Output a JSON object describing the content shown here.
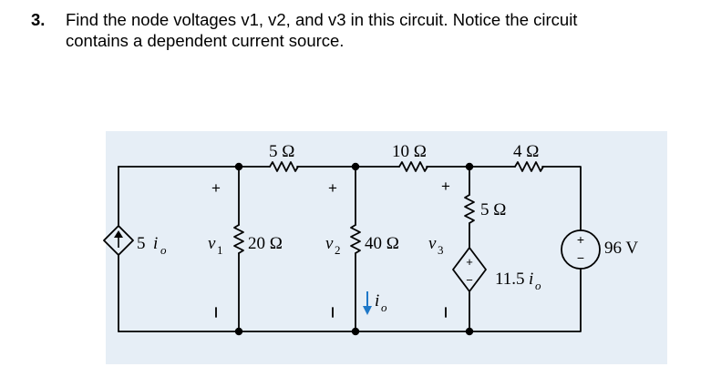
{
  "problem": {
    "number": "3.",
    "line1": "Find the node voltages v1, v2, and v3 in this circuit.  Notice the circuit",
    "line2": "contains a dependent current source."
  },
  "circuit": {
    "labels": {
      "r_top_left": "5 Ω",
      "r_top_mid": "10 Ω",
      "r_top_right": "4 Ω",
      "r_vertical_right": "5 Ω",
      "r_v1": "20 Ω",
      "r_v2": "40 Ω",
      "dep_source_left_coef": "5",
      "dep_source_left_var": "i",
      "dep_source_left_sub": "o",
      "dep_source_right_coef": "11.5",
      "dep_source_right_var": "i",
      "dep_source_right_sub": "o",
      "v1_var": "v",
      "v1_sub": "1",
      "v2_var": "v",
      "v2_sub": "2",
      "v3_var": "v",
      "v3_sub": "3",
      "io_var": "i",
      "io_sub": "o",
      "source_96": "96 V",
      "plus": "+",
      "minus": "−"
    },
    "colors": {
      "wire": "#000000",
      "panel": "#e6eef6",
      "arrow": "#1e78c8"
    }
  }
}
